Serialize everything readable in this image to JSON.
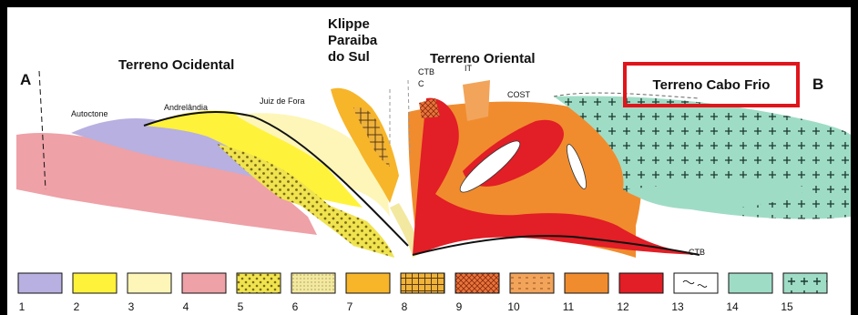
{
  "labels": {
    "a": "A",
    "b": "B",
    "terreno_ocidental": "Terreno Ocidental",
    "klippe_line1": "Klippe",
    "klippe_line2": "Paraiba",
    "klippe_line3": "do Sul",
    "terreno_oriental": "Terreno Oriental",
    "terreno_cabo_frio": "Terreno Cabo Frio",
    "autoctone": "Autoctone",
    "andrelandia": "Andrelândia",
    "juiz_de_fora": "Juiz de Fora",
    "ctb_top": "CTB",
    "c": "C",
    "it": "IT",
    "cost": "COST",
    "ctb_bottom": "CTB"
  },
  "legend": [
    {
      "num": "1",
      "color": "#b7b0e0",
      "pattern": "none"
    },
    {
      "num": "2",
      "color": "#fff23a",
      "pattern": "none"
    },
    {
      "num": "3",
      "color": "#fdf6b8",
      "pattern": "none"
    },
    {
      "num": "4",
      "color": "#eea1a7",
      "pattern": "none"
    },
    {
      "num": "5",
      "color": "#f0e350",
      "pattern": "dots"
    },
    {
      "num": "6",
      "color": "#f3e8a0",
      "pattern": "fine"
    },
    {
      "num": "7",
      "color": "#f7b52a",
      "pattern": "none"
    },
    {
      "num": "8",
      "color": "#f0b33a",
      "pattern": "grid"
    },
    {
      "num": "9",
      "color": "#e9753a",
      "pattern": "cross"
    },
    {
      "num": "10",
      "color": "#f2a45a",
      "pattern": "dash"
    },
    {
      "num": "11",
      "color": "#f08c2e",
      "pattern": "none"
    },
    {
      "num": "12",
      "color": "#e21e26",
      "pattern": "none"
    },
    {
      "num": "13",
      "color": "#ffffff",
      "pattern": "squiggle"
    },
    {
      "num": "14",
      "color": "#9fdcc6",
      "pattern": "none"
    },
    {
      "num": "15",
      "color": "#9fdcc6",
      "pattern": "plus"
    }
  ],
  "colors": {
    "highlight": "#e0151b"
  }
}
